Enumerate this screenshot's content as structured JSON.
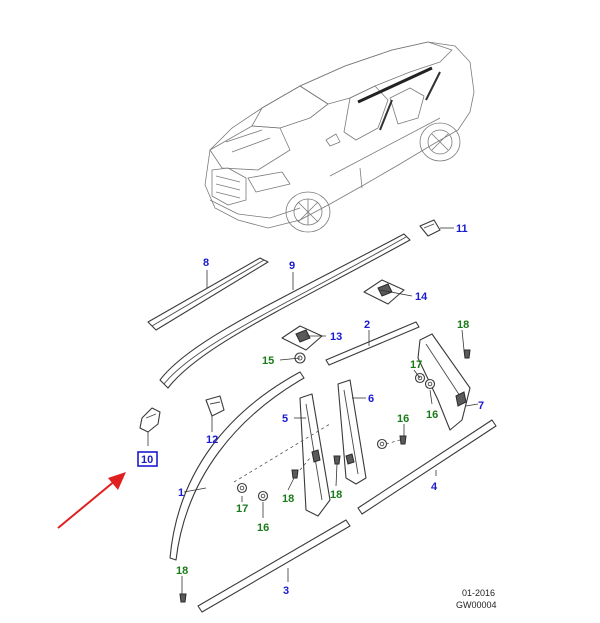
{
  "colors": {
    "blue": "#1a1ad0",
    "green": "#1a7a1a",
    "arrow": "#e02020"
  },
  "callouts": [
    {
      "text": "1",
      "color": "blue"
    },
    {
      "text": "2",
      "color": "blue"
    },
    {
      "text": "3",
      "color": "blue"
    },
    {
      "text": "4",
      "color": "blue"
    },
    {
      "text": "5",
      "color": "blue"
    },
    {
      "text": "6",
      "color": "blue"
    },
    {
      "text": "7",
      "color": "blue"
    },
    {
      "text": "8",
      "color": "blue"
    },
    {
      "text": "9",
      "color": "blue"
    },
    {
      "text": "10",
      "color": "blue",
      "boxed": true
    },
    {
      "text": "11",
      "color": "blue"
    },
    {
      "text": "12",
      "color": "blue"
    },
    {
      "text": "13",
      "color": "blue"
    },
    {
      "text": "14",
      "color": "blue"
    },
    {
      "text": "15",
      "color": "green"
    },
    {
      "text": "16",
      "color": "green"
    },
    {
      "text": "16",
      "color": "green"
    },
    {
      "text": "16",
      "color": "green"
    },
    {
      "text": "17",
      "color": "green"
    },
    {
      "text": "17",
      "color": "green"
    },
    {
      "text": "18",
      "color": "green"
    },
    {
      "text": "18",
      "color": "green"
    },
    {
      "text": "18",
      "color": "green"
    },
    {
      "text": "18",
      "color": "green"
    }
  ],
  "footer": {
    "date": "01-2016",
    "code": "GW00004"
  }
}
